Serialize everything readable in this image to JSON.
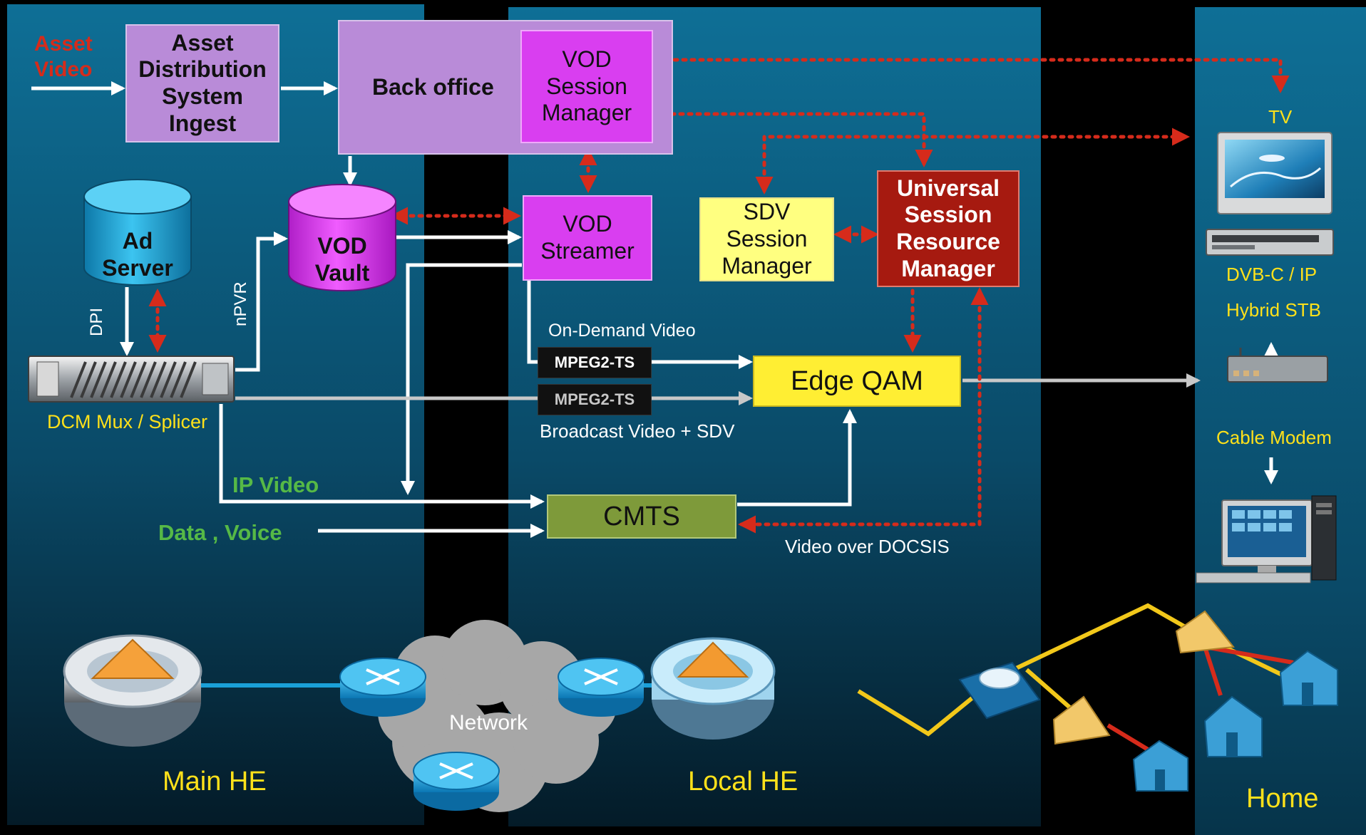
{
  "source": {
    "asset_video": "Asset\nVideo"
  },
  "boxes": {
    "ads_ingest": "Asset\nDistribution\nSystem\nIngest",
    "back_office": "Back office",
    "vod_session_manager": "VOD\nSession\nManager",
    "vod_streamer": "VOD\nStreamer",
    "sdv_session_manager": "SDV\nSession\nManager",
    "usrm": "Universal\nSession\nResource\nManager",
    "edge_qam": "Edge QAM",
    "cmts": "CMTS",
    "ad_server": "Ad\nServer",
    "vod_vault": "VOD\nVault"
  },
  "labels": {
    "dpi": "DPI",
    "npvr": "nPVR",
    "dcm": "DCM Mux / Splicer",
    "on_demand_video": "On-Demand Video",
    "mpeg_ts_top": "MPEG2-TS",
    "mpeg_ts_bottom": "MPEG2-TS",
    "broadcast_video": "Broadcast Video + SDV",
    "ip_video": "IP Video",
    "data_voice": "Data , Voice",
    "video_over_docsis": "Video over DOCSIS"
  },
  "home": {
    "tv": "TV",
    "stb_line1": "DVB-C / IP",
    "stb_line2": "Hybrid STB",
    "cable_modem": "Cable Modem"
  },
  "network": {
    "main_he": "Main HE",
    "network": "Network",
    "local_he": "Local HE",
    "home": "Home"
  },
  "colors": {
    "panel": "#0b5b7f",
    "lilac": "#b98bd8",
    "magenta": "#d93ef0",
    "sdv_yellow": "#ffff80",
    "usrm_red": "#a61a10",
    "qam_yellow": "#ffee33",
    "cmts_green": "#7e9a3a",
    "ad_server_blue": "#1da2d8",
    "label_yellow": "#ffe11a",
    "label_green": "#56b946",
    "signal_red": "#d62b1b"
  },
  "icons": [
    "tv-icon",
    "set-top-box-icon",
    "cable-modem-icon",
    "desktop-computer-icon",
    "headend-icon",
    "router-icon",
    "network-cloud-icon",
    "house-icon",
    "tap-icon"
  ]
}
